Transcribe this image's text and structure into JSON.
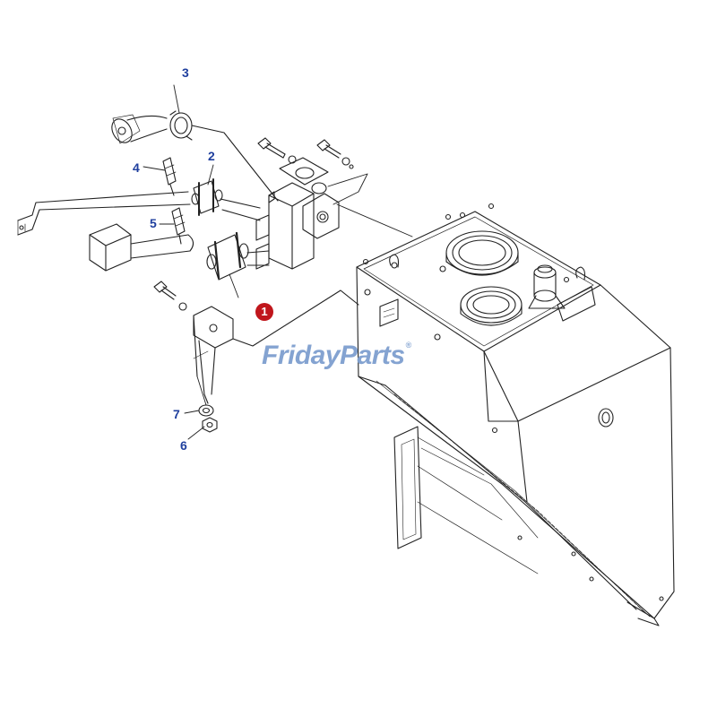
{
  "watermark": {
    "brand": "FridayParts",
    "registered": "®"
  },
  "callouts": {
    "c1": "1",
    "c2": "2",
    "c3": "3",
    "c4": "4",
    "c5": "5",
    "c6": "6",
    "c7": "7"
  },
  "colors": {
    "callout_text": "#1f3f9e",
    "main_callout_fill": "#c0161c",
    "line": "#222222",
    "watermark": "#7e9fcf"
  }
}
